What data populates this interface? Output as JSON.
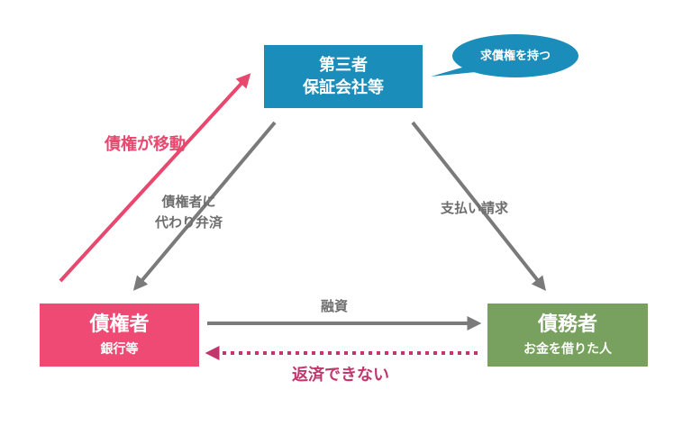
{
  "colors": {
    "third_party": "#1a8dba",
    "creditor": "#ee4a74",
    "debtor": "#78a05f",
    "arrow_gray": "#7a7a7a",
    "arrow_pink": "#e8476e",
    "arrow_magenta": "#c2366d"
  },
  "nodes": {
    "third_party": {
      "line1": "第三者",
      "line2": "保証会社等"
    },
    "creditor": {
      "title": "債権者",
      "subtitle": "銀行等"
    },
    "debtor": {
      "title": "債務者",
      "subtitle": "お金を借りた人"
    }
  },
  "callout": {
    "text": "求償権を持つ"
  },
  "edges": {
    "claim_moves": "債権が移動",
    "pay_on_behalf_line1": "債権者に",
    "pay_on_behalf_line2": "代わり弁済",
    "payment_request": "支払い請求",
    "loan": "融資",
    "cannot_repay": "返済できない"
  }
}
